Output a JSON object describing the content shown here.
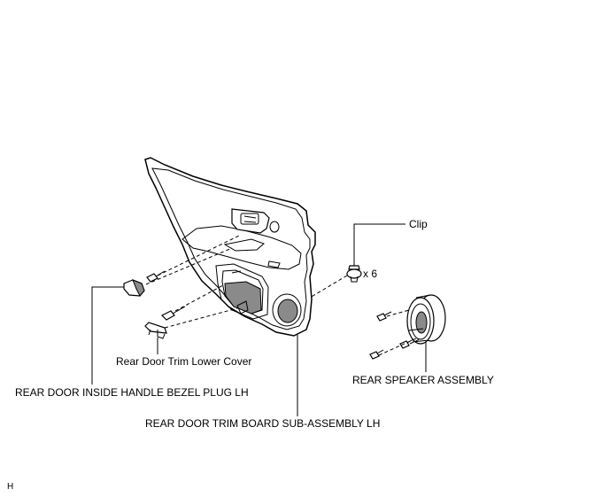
{
  "labels": {
    "clip": "Clip",
    "clip_qty": "x 6",
    "lower_cover": "Rear Door Trim Lower Cover",
    "bezel_plug": "REAR DOOR INSIDE HANDLE BEZEL PLUG LH",
    "speaker": "REAR SPEAKER ASSEMBLY",
    "trim_board": "REAR DOOR TRIM BOARD SUB-ASSEMBLY LH",
    "corner_mark": "H"
  }
}
